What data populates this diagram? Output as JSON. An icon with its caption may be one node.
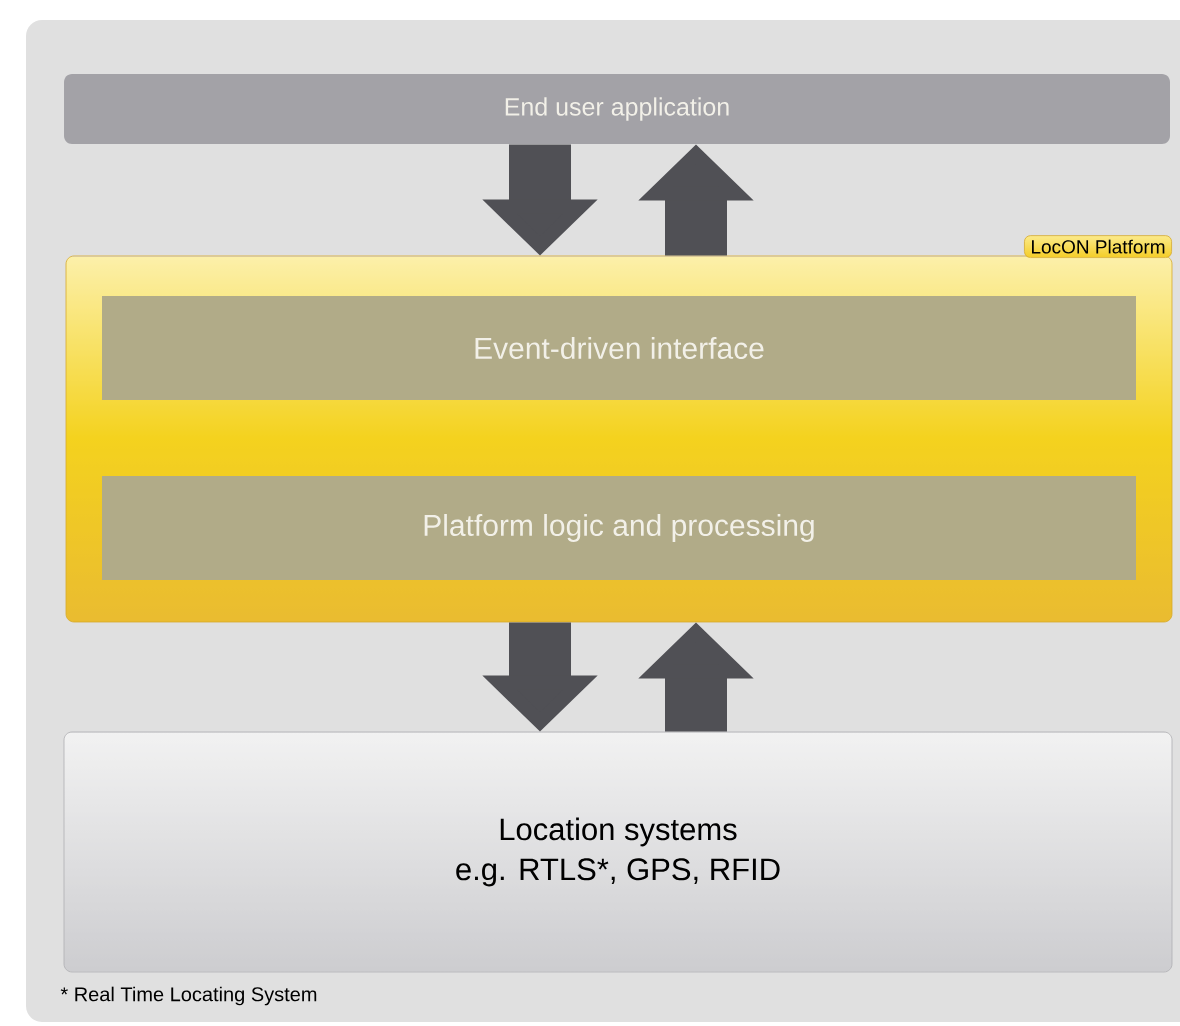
{
  "diagram": {
    "nodes": [
      {
        "text": [
          "End user application"
        ]
      },
      {
        "text": [
          "LocON Platform"
        ]
      },
      {
        "text": [
          "Event-driven interface"
        ],
        "in": 1
      },
      {
        "text": [
          "Platform logic and processing"
        ],
        "in": 1
      },
      {
        "text": [
          "Location systems",
          "e.g. RTLS*, GPS, RFID"
        ]
      }
    ],
    "edges": [
      {
        "from": 0,
        "to": 1,
        "arrow": "to"
      },
      {
        "from": 1,
        "to": 0,
        "arrow": "to"
      },
      {
        "from": 1,
        "to": 4,
        "arrow": "to"
      },
      {
        "from": 4,
        "to": 1,
        "arrow": "to"
      }
    ],
    "labels": [
      "* Real Time Locating System"
    ]
  }
}
